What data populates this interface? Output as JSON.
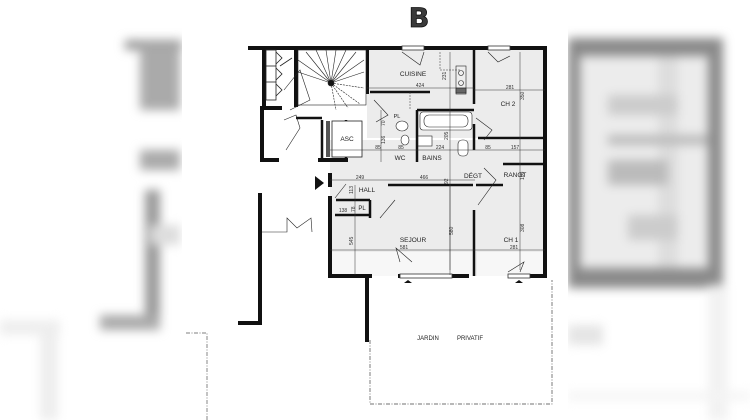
{
  "plan": {
    "building_letter": "B",
    "rooms": {
      "cuisine": "CUISINE",
      "ch2": "CH 2",
      "asc": "ASC",
      "pl_top": "PL",
      "wc": "WC",
      "bains": "BAINS",
      "degt": "DÉGT",
      "rangt": "RANGT",
      "hall": "HALL",
      "pl_hall": "PL",
      "sejour": "SEJOUR",
      "ch1": "CH 1",
      "jardin": "JARDIN",
      "privatif": "PRIVATIF"
    },
    "dimensions": {
      "cuisine_width": "424",
      "cuisine_depth": "231",
      "ch2_width": "281",
      "ch2_depth": "350",
      "wc_upper": "70",
      "wc_height": "136",
      "wc_left": "85",
      "wc_width": "85",
      "bains_width": "224",
      "bains_height": "205",
      "degt_left": "85",
      "rangt_width": "157",
      "rangt_height": "100",
      "hall_width": "249",
      "hall_corridor": "466",
      "hall_mark": "92",
      "pl_hall_width": "138",
      "pl_hall_depth": "78",
      "hall_height": "113",
      "sejour_depth_left": "545",
      "sejour_depth": "580",
      "sejour_width": "581",
      "ch1_depth": "308",
      "ch1_width": "281"
    }
  },
  "colors": {
    "wall": "#111111",
    "floor_fill": "#ececec",
    "line": "#333333",
    "background": "#ffffff"
  }
}
